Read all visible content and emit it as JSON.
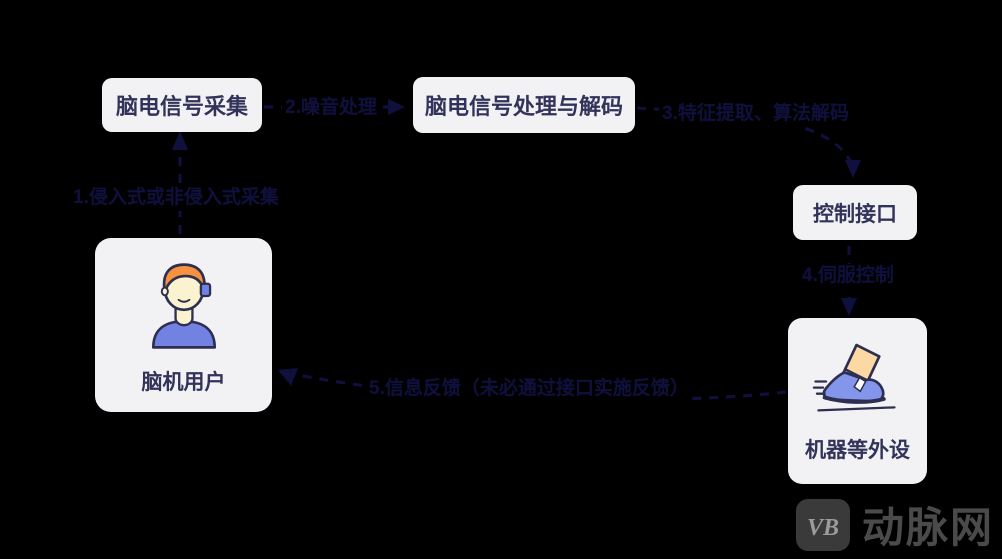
{
  "diagram_title": "",
  "colors": {
    "background": "#000000",
    "node_fill": "#f2f2f4",
    "node_text": "#32325a",
    "arrow": "#10103f",
    "person_shirt": "#7282e2",
    "person_hair": "#f6923d",
    "person_skin": "#fbf2cf",
    "shoe_blue": "#8396ec",
    "leg_skin": "#fcd9a2",
    "icon_outline": "#2e2e50",
    "logo_gray": "#4a4a4a"
  },
  "nodes": [
    {
      "id": "eeg_collect",
      "label": "脑电信号采集"
    },
    {
      "id": "eeg_process",
      "label": "脑电信号处理与解码"
    },
    {
      "id": "control_interface",
      "label": "控制接口"
    },
    {
      "id": "bci_user",
      "label": "脑机用户",
      "icon": "person-with-headset-icon"
    },
    {
      "id": "peripherals",
      "label": "机器等外设",
      "icon": "walking-shoe-icon"
    }
  ],
  "edges": [
    {
      "id": "1",
      "label": "1.侵入式或非侵入式采集",
      "from": "bci_user",
      "to": "eeg_collect",
      "style": "dashed-arrow-up"
    },
    {
      "id": "2",
      "label": "2.噪音处理",
      "from": "eeg_collect",
      "to": "eeg_process",
      "style": "dashed-arrow-right"
    },
    {
      "id": "3",
      "label": "3.特征提取、算法解码",
      "from": "eeg_process",
      "to": "control_interface",
      "style": "dashed-curve-down"
    },
    {
      "id": "4",
      "label": "4.伺服控制",
      "from": "control_interface",
      "to": "peripherals",
      "style": "dashed-arrow-down"
    },
    {
      "id": "5",
      "label": "5.信息反馈（未必通过接口实施反馈）",
      "from": "peripherals",
      "to": "bci_user",
      "style": "dashed-curve-left"
    }
  ],
  "watermark": {
    "logo_mark": "VB",
    "logo_text": "动脉网"
  }
}
